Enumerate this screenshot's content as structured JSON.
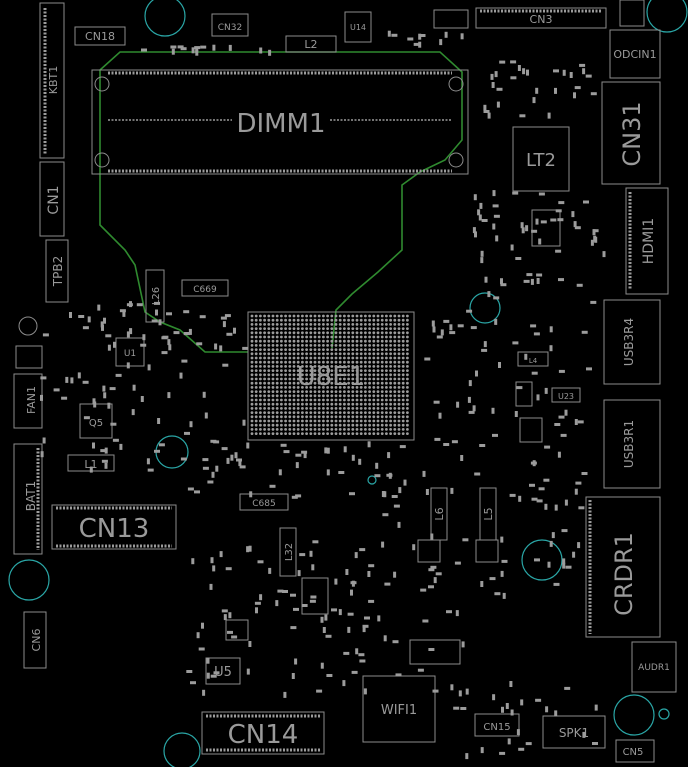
{
  "colors": {
    "background": "#000000",
    "silkscreen": "#9a9a9a",
    "mounting_hole": "#2aa6a6",
    "trace": "#2f8a2f"
  },
  "components": {
    "cn18": "CN18",
    "cn32": "CN32",
    "u14": "U14",
    "l2": "L2",
    "cn3": "CN3",
    "odcin1": "ODCIN1",
    "kbt1": "KBT1",
    "dimm1": "DIMM1",
    "cn31": "CN31",
    "lt2": "LT2",
    "cn1": "CN1",
    "hdmi1": "HDMI1",
    "tpb2": "TPB2",
    "l26": "L26",
    "c669": "C669",
    "u8e1": "U8E1",
    "usb3r4": "USB3R4",
    "u1": "U1",
    "l4": "L4",
    "fan1": "FAN1",
    "u23": "U23",
    "q5": "Q5",
    "usb3r1": "USB3R1",
    "l1": "L1",
    "bat1": "BAT1",
    "c685": "C685",
    "l6": "L6",
    "l5": "L5",
    "cn13": "CN13",
    "crdr1": "CRDR1",
    "l32": "L32",
    "cn6": "CN6",
    "audr1": "AUDR1",
    "u5": "U5",
    "wifi1": "WIFI1",
    "cn14": "CN14",
    "cn15": "CN15",
    "spk1": "SPK1",
    "cn5": "CN5"
  }
}
